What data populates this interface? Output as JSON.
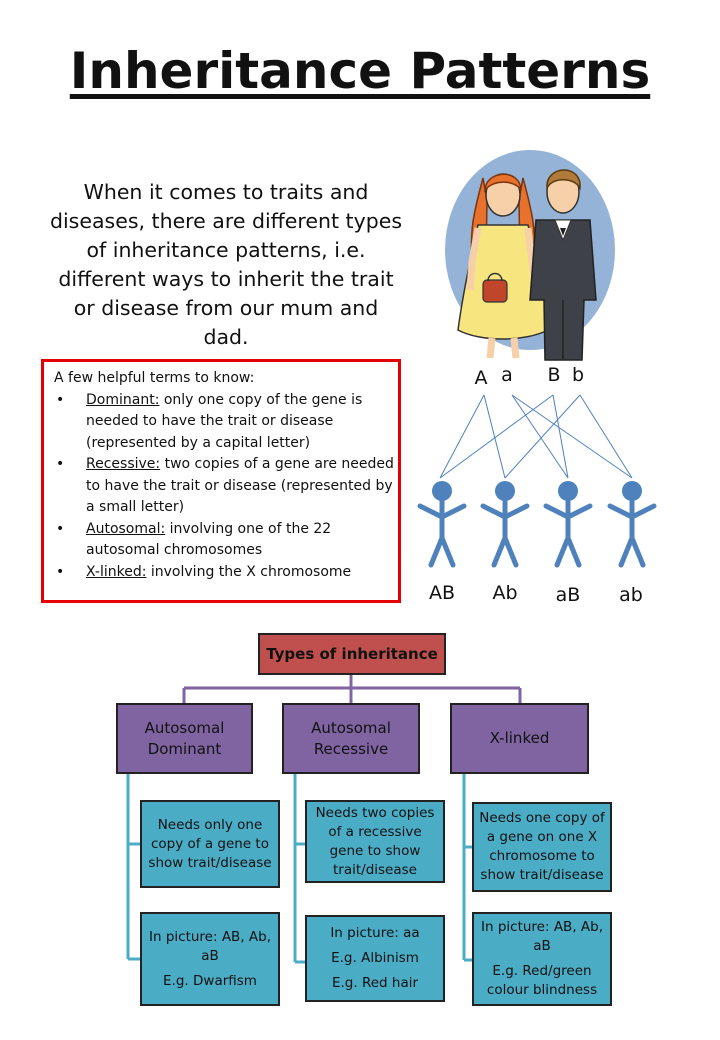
{
  "title": "Inheritance Patterns",
  "intro": "When it comes to traits and diseases, there are different types of inheritance patterns, i.e. different ways to inherit the trait or disease from our mum and dad.",
  "terms": {
    "heading": "A few helpful terms to know:",
    "items": [
      {
        "term": "Dominant:",
        "text": " only one copy of the gene is needed to have the trait or disease (represented by a capital letter)"
      },
      {
        "term": "Recessive:",
        "text": " two copies of a gene are needed to have the trait or disease (represented by a small letter)"
      },
      {
        "term": "Autosomal:",
        "text": " involving one of the 22 autosomal chromosomes"
      },
      {
        "term": "X-linked:",
        "text": " involving the X chromosome"
      }
    ]
  },
  "parents": {
    "mother_alleles": [
      "A",
      "a"
    ],
    "father_alleles": [
      "B",
      "b"
    ]
  },
  "children": [
    "AB",
    "Ab",
    "aB",
    "ab"
  ],
  "colors": {
    "border_red": "#e40000",
    "root_fill": "#c0504d",
    "type_fill": "#8064a2",
    "desc_fill": "#4bacc6",
    "figure_blue": "#4f81bd",
    "circle_blue": "#95b3d7"
  },
  "chart": {
    "root": "Types of inheritance",
    "types": [
      {
        "label": "Autosomal Dominant",
        "description": "Needs only one copy of a gene to show trait/disease",
        "in_picture": "In picture: AB, Ab, aB",
        "example": "E.g. Dwarfism"
      },
      {
        "label": "Autosomal Recessive",
        "description": "Needs two copies of a recessive gene to show trait/disease",
        "in_picture": "In picture: aa",
        "example": "E.g. Albinism",
        "example2": "E.g. Red hair"
      },
      {
        "label": "X-linked",
        "description": "Needs one copy of a gene on one X chromosome to show trait/disease",
        "in_picture": "In picture: AB, Ab, aB",
        "example": "E.g. Red/green colour blindness"
      }
    ]
  }
}
